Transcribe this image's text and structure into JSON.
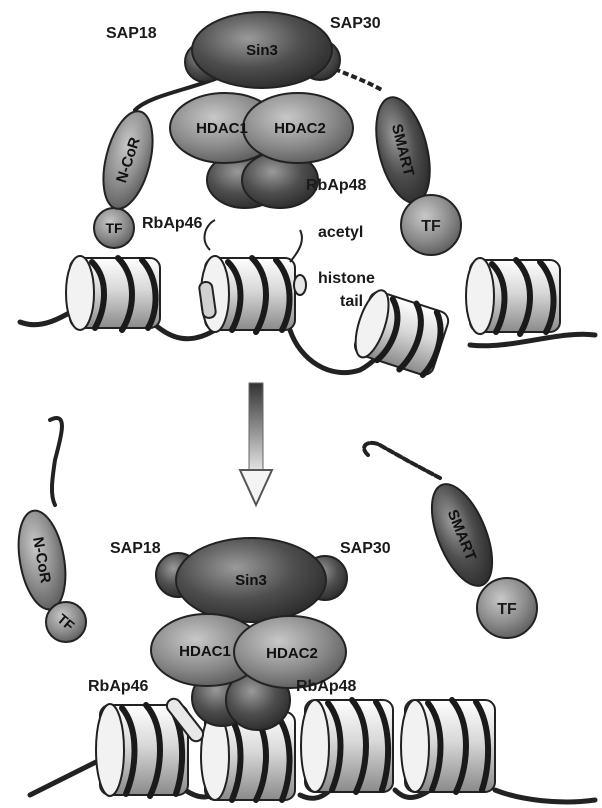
{
  "top_panel": {
    "sap18": "SAP18",
    "sap30": "SAP30",
    "sin3": "Sin3",
    "hdac1": "HDAC1",
    "hdac2": "HDAC2",
    "rbap48": "RbAp48",
    "rbap46": "RbAp46",
    "ncor": "N-CoR",
    "smart": "SMART",
    "tf_left": "TF",
    "tf_right": "TF",
    "acetyl": "acetyl",
    "histone_tail_line1": "histone",
    "histone_tail_line2": "tail"
  },
  "bottom_panel": {
    "sap18": "SAP18",
    "sap30": "SAP30",
    "sin3": "Sin3",
    "hdac1": "HDAC1",
    "hdac2": "HDAC2",
    "rbap46": "RbAp46",
    "rbap48": "RbAp48",
    "ncor": "N-CoR",
    "smart": "SMART",
    "tf_left": "TF",
    "tf_right": "TF"
  },
  "colors": {
    "sin3": "#5a5a5a",
    "hdac": "#8f8f8f",
    "rbap": "#3c3c3c",
    "cofactor": "#7a7a7a",
    "tf": "#9a9a9a",
    "background": "#ffffff"
  }
}
